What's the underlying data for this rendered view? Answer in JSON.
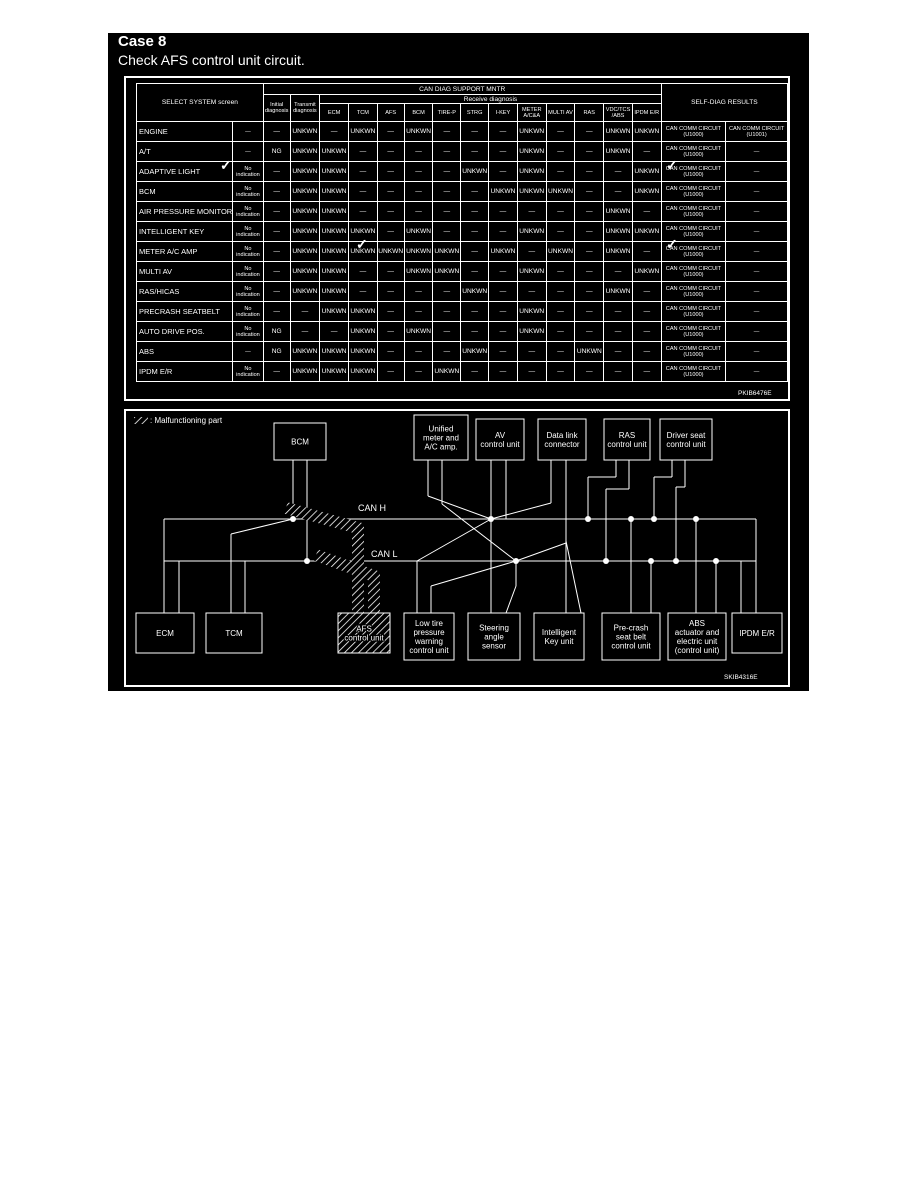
{
  "heading": {
    "case": "Case 8",
    "instruction": "Check AFS control unit circuit."
  },
  "table": {
    "header_main": "CAN DIAG SUPPORT MNTR",
    "header_receive": "Receive diagnosis",
    "col_select": "SELECT SYSTEM screen",
    "col_initial": "Initial diagnosis",
    "col_transmit": "Transmit diagnosis",
    "receive_cols": [
      "ECM",
      "TCM",
      "AFS",
      "BCM",
      "TIRE-P",
      "STRG",
      "I-KEY",
      "METER A/C&A",
      "MULTI AV",
      "RAS",
      "VDC/TCS /ABS",
      "IPDM E/R"
    ],
    "self_diag": "SELF-DIAG RESULTS",
    "rows": [
      {
        "system": "ENGINE",
        "indication": "—",
        "initial": "—",
        "transmit": "UNKWN",
        "receive": [
          "—",
          "UNKWN",
          "—",
          "UNKWN",
          "—",
          "—",
          "—",
          "UNKWN",
          "—",
          "—",
          "UNKWN",
          "UNKWN"
        ],
        "result1": "CAN COMM CIRCUIT (U1000)",
        "result2": "CAN COMM CIRCUIT (U1001)"
      },
      {
        "system": "A/T",
        "indication": "—",
        "initial": "NG",
        "transmit": "UNKWN",
        "receive": [
          "UNKWN",
          "—",
          "—",
          "—",
          "—",
          "—",
          "—",
          "UNKWN",
          "—",
          "—",
          "UNKWN",
          "—"
        ],
        "result1": "CAN COMM CIRCUIT (U1000)",
        "result2": "—"
      },
      {
        "system": "ADAPTIVE LIGHT",
        "indication": "No indication",
        "initial": "—",
        "transmit": "UNKWN",
        "receive": [
          "UNKWN",
          "—",
          "—",
          "—",
          "—",
          "UNKWN",
          "—",
          "UNKWN",
          "—",
          "—",
          "—",
          "UNKWN"
        ],
        "result1": "CAN COMM CIRCUIT (U1000)",
        "result2": "—"
      },
      {
        "system": "BCM",
        "indication": "No indication",
        "initial": "—",
        "transmit": "UNKWN",
        "receive": [
          "UNKWN",
          "—",
          "—",
          "—",
          "—",
          "—",
          "UNKWN",
          "UNKWN",
          "UNKWN",
          "—",
          "—",
          "UNKWN"
        ],
        "result1": "CAN COMM CIRCUIT (U1000)",
        "result2": "—"
      },
      {
        "system": "AIR PRESSURE MONITOR",
        "indication": "No indication",
        "initial": "—",
        "transmit": "UNKWN",
        "receive": [
          "UNKWN",
          "—",
          "—",
          "—",
          "—",
          "—",
          "—",
          "—",
          "—",
          "—",
          "UNKWN",
          "—"
        ],
        "result1": "CAN COMM CIRCUIT (U1000)",
        "result2": "—"
      },
      {
        "system": "INTELLIGENT KEY",
        "indication": "No indication",
        "initial": "—",
        "transmit": "UNKWN",
        "receive": [
          "UNKWN",
          "UNKWN",
          "—",
          "UNKWN",
          "—",
          "—",
          "—",
          "UNKWN",
          "—",
          "—",
          "UNKWN",
          "UNKWN"
        ],
        "result1": "CAN COMM CIRCUIT (U1000)",
        "result2": "—"
      },
      {
        "system": "METER A/C AMP",
        "indication": "No indication",
        "initial": "—",
        "transmit": "UNKWN",
        "receive": [
          "UNKWN",
          "UNKWN",
          "UNKWN",
          "UNKWN",
          "UNKWN",
          "—",
          "UNKWN",
          "—",
          "UNKWN",
          "—",
          "UNKWN",
          "—"
        ],
        "result1": "CAN COMM CIRCUIT (U1000)",
        "result2": "—"
      },
      {
        "system": "MULTI AV",
        "indication": "No indication",
        "initial": "—",
        "transmit": "UNKWN",
        "receive": [
          "UNKWN",
          "—",
          "—",
          "UNKWN",
          "UNKWN",
          "—",
          "—",
          "UNKWN",
          "—",
          "—",
          "—",
          "UNKWN"
        ],
        "result1": "CAN COMM CIRCUIT (U1000)",
        "result2": "—"
      },
      {
        "system": "RAS/HICAS",
        "indication": "No indication",
        "initial": "—",
        "transmit": "UNKWN",
        "receive": [
          "UNKWN",
          "—",
          "—",
          "—",
          "—",
          "UNKWN",
          "—",
          "—",
          "—",
          "—",
          "UNKWN",
          "—"
        ],
        "result1": "CAN COMM CIRCUIT (U1000)",
        "result2": "—"
      },
      {
        "system": "PRECRASH SEATBELT",
        "indication": "No indication",
        "initial": "—",
        "transmit": "—",
        "receive": [
          "UNKWN",
          "UNKWN",
          "—",
          "—",
          "—",
          "—",
          "—",
          "UNKWN",
          "—",
          "—",
          "—",
          "—"
        ],
        "result1": "CAN COMM CIRCUIT (U1000)",
        "result2": "—"
      },
      {
        "system": "AUTO DRIVE POS.",
        "indication": "No indication",
        "initial": "NG",
        "transmit": "—",
        "receive": [
          "—",
          "UNKWN",
          "—",
          "UNKWN",
          "—",
          "—",
          "—",
          "UNKWN",
          "—",
          "—",
          "—",
          "—"
        ],
        "result1": "CAN COMM CIRCUIT (U1000)",
        "result2": "—"
      },
      {
        "system": "ABS",
        "indication": "—",
        "initial": "NG",
        "transmit": "UNKWN",
        "receive": [
          "UNKWN",
          "UNKWN",
          "—",
          "—",
          "—",
          "UNKWN",
          "—",
          "—",
          "—",
          "UNKWN",
          "—",
          "—"
        ],
        "result1": "CAN COMM CIRCUIT (U1000)",
        "result2": "—"
      },
      {
        "system": "IPDM E/R",
        "indication": "No indication",
        "initial": "—",
        "transmit": "UNKWN",
        "receive": [
          "UNKWN",
          "UNKWN",
          "—",
          "—",
          "UNKWN",
          "—",
          "—",
          "—",
          "—",
          "—",
          "—",
          "—"
        ],
        "result1": "CAN COMM CIRCUIT (U1000)",
        "result2": "—"
      }
    ],
    "code": "PKIB6476E",
    "checkmark": "✓"
  },
  "diagram": {
    "legend": ": Malfunctioning part",
    "can_h": "CAN H",
    "can_l": "CAN L",
    "code": "SKIB4316E",
    "top_units": [
      {
        "id": "bcm",
        "lines": [
          "BCM"
        ]
      },
      {
        "id": "meter",
        "lines": [
          "Unified",
          "meter and",
          "A/C amp."
        ]
      },
      {
        "id": "av",
        "lines": [
          "AV",
          "control unit"
        ]
      },
      {
        "id": "dlc",
        "lines": [
          "Data link",
          "connector"
        ]
      },
      {
        "id": "ras",
        "lines": [
          "RAS",
          "control unit"
        ]
      },
      {
        "id": "seat",
        "lines": [
          "Driver seat",
          "control unit"
        ]
      }
    ],
    "bottom_units": [
      {
        "id": "ecm",
        "lines": [
          "ECM"
        ]
      },
      {
        "id": "tcm",
        "lines": [
          "TCM"
        ]
      },
      {
        "id": "afs",
        "lines": [
          "AFS",
          "control unit"
        ]
      },
      {
        "id": "tire",
        "lines": [
          "Low tire",
          "pressure",
          "warning",
          "control unit"
        ]
      },
      {
        "id": "strg",
        "lines": [
          "Steering",
          "angle",
          "sensor"
        ]
      },
      {
        "id": "ikey",
        "lines": [
          "Intelligent",
          "Key unit"
        ]
      },
      {
        "id": "precrash",
        "lines": [
          "Pre-crash",
          "seat belt",
          "control unit"
        ]
      },
      {
        "id": "abs",
        "lines": [
          "ABS",
          "actuator and",
          "electric unit",
          "(control unit)"
        ]
      },
      {
        "id": "ipdm",
        "lines": [
          "IPDM E/R"
        ]
      }
    ]
  }
}
